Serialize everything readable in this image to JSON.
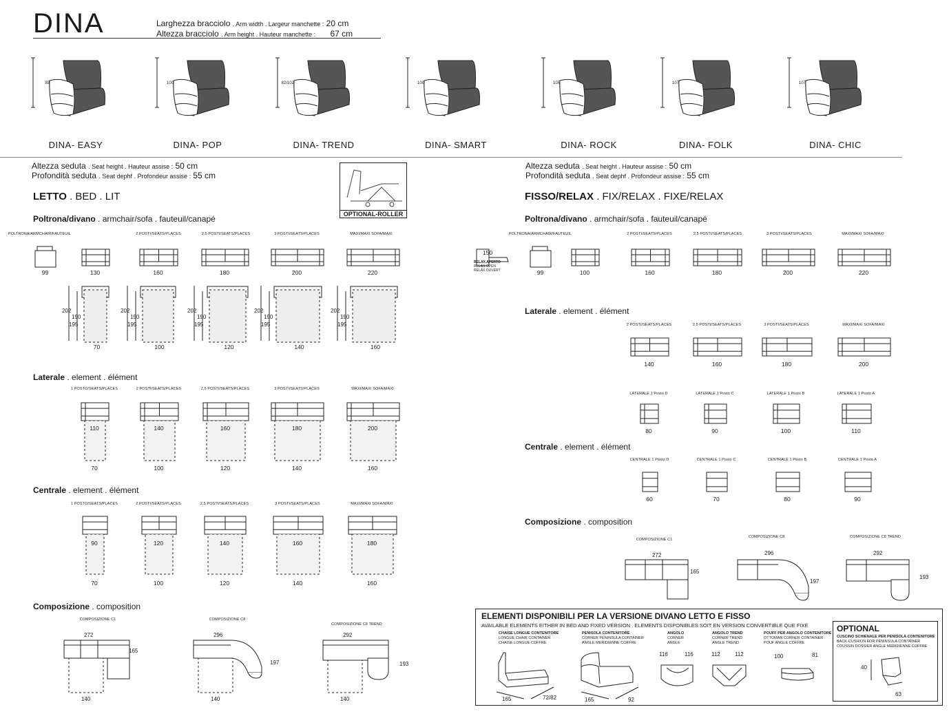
{
  "header": {
    "title": "DINA",
    "arm_width_label": "Larghezza bracciolo",
    "arm_width_sub": ". Arm width . Largeur manchette :",
    "arm_width_value": "20 cm",
    "arm_height_label": "Altezza bracciolo",
    "arm_height_sub": ". Arm height . Hauteur manchette :",
    "arm_height_value": "67 cm"
  },
  "models": [
    {
      "name": "DINA- EASY",
      "height": "89"
    },
    {
      "name": "DINA- POP",
      "height": "100"
    },
    {
      "name": "DINA- TREND",
      "height": "82/102"
    },
    {
      "name": "DINA- SMART",
      "height": "100"
    },
    {
      "name": "DINA- ROCK",
      "height": "105"
    },
    {
      "name": "DINA- FOLK",
      "height": "107"
    },
    {
      "name": "DINA- CHIC",
      "height": "107"
    }
  ],
  "seat": {
    "height_label": "Altezza seduta",
    "height_sub": ". Seat height . Hauteur assise :",
    "height_value": "50 cm",
    "depth_label": "Profondità seduta",
    "depth_sub": ". Seat dephf . Profondeur assise :",
    "depth_value": "55 cm"
  },
  "optional_roller": "OPTIONAL-ROLLER",
  "bed": {
    "heading_bold": "LETTO",
    "heading_rest": ". BED . LIT",
    "armchair_bold": "Poltrona/divano",
    "armchair_rest": ". armchair/sofa . fauteuil/canapé",
    "armchair_labels": [
      "POLTRONA/ARMCHAIR/FAUTEUIL",
      "2 POSTI/SEATS/PLACES",
      "2,5 POSTI/SEATS/PLACES",
      "3 POSTI/SEATS/PLACES",
      "MAXI/MAXI SOFA/MAXI"
    ],
    "armchair_widths": [
      "99",
      "130",
      "160",
      "180",
      "200",
      "220"
    ],
    "bed_heights": [
      "202",
      "190",
      "195"
    ],
    "bed_widths": [
      "70",
      "100",
      "120",
      "140",
      "160"
    ],
    "lateral_bold": "Laterale",
    "lateral_rest": ". element . élément",
    "lateral_labels": [
      "1 POSTO/SEATS/PLACES",
      "2 POSTI/SEATS/PLACES",
      "2,5 POSTI/SEATS/PLACES",
      "3 POSTI/SEATS/PLACES",
      "MAXI/MAXI SOFA/MAXI"
    ],
    "lateral_depths": [
      "110",
      "140",
      "160",
      "180",
      "200"
    ],
    "lateral_widths": [
      "70",
      "100",
      "120",
      "140",
      "160"
    ],
    "central_bold": "Centrale",
    "central_rest": ". element . élément",
    "central_labels": [
      "1 POSTO/SEATS/PLACES",
      "2 POSTI/SEATS/PLACES",
      "2,5 POSTI/SEATS/PLACES",
      "3 POSTI/SEATS/PLACES",
      "MAXI/MAXI SOFA/MAXI"
    ],
    "central_depths": [
      "90",
      "120",
      "140",
      "160",
      "180"
    ],
    "central_widths": [
      "70",
      "100",
      "120",
      "140",
      "160"
    ],
    "comp_bold": "Composizione",
    "comp_rest": ". composition",
    "comps": [
      {
        "label": "COMPOSIZIONE C1",
        "w": "272",
        "d": "165",
        "b": "140"
      },
      {
        "label": "COMPOSIZIONE C8",
        "w": "296",
        "d": "197",
        "b": "140"
      },
      {
        "label": "COMPOSIZIONE C8 TREND",
        "w": "292",
        "d": "193",
        "b": "140"
      }
    ]
  },
  "relax_open": {
    "value": "150",
    "l1": "RELAX APERTO",
    "l2": "RELAX OPEN",
    "l3": "RELAX OUVERT"
  },
  "fix": {
    "heading_bold": "FISSO/RELAX",
    "heading_rest": ". FIX/RELAX . FIXE/RELAX",
    "armchair_bold": "Poltrona/divano",
    "armchair_rest": ". armchair/sofa . fauteuil/canapé",
    "armchair_labels": [
      "POLTRONA/ARMCHAIR/FAUTEUIL",
      "2 POSTI/SEATS/PLACES",
      "2,5 POSTI/SEATS/PLACES",
      "3 POSTI/SEATS/PLACES",
      "MAXI/MAXI SOFA/MAXI"
    ],
    "armchair_widths": [
      "99",
      "100",
      "160",
      "180",
      "200",
      "220"
    ],
    "lateral_bold": "Laterale",
    "lateral_rest": ". element . élément",
    "lateral_labels": [
      "2 POSTI/SEATS/PLACES",
      "2,5 POSTI/SEATS/PLACES",
      "3 POSTI/SEATS/PLACES",
      "MAXI/MAXI SOFA/MAXI"
    ],
    "lateral_widths": [
      "140",
      "160",
      "180",
      "200"
    ],
    "lat1_labels": [
      "LATERALE 1 Posto D",
      "LATERALE 1 Posto C",
      "LATERALE 1 Posto B",
      "LATERALE 1 Posto A"
    ],
    "lat1_widths": [
      "80",
      "90",
      "100",
      "110"
    ],
    "central_bold": "Centrale",
    "central_rest": ". element . élément",
    "central_labels": [
      "CENTRALE 1 Posto D",
      "CENTRALE 1 Posto C",
      "CENTRALE 1 Posto B",
      "CENTRALE 1 Posto A"
    ],
    "central_widths": [
      "60",
      "70",
      "80",
      "90"
    ],
    "comp_bold": "Composizione",
    "comp_rest": ". composition",
    "comps": [
      {
        "label": "COMPOSIZIONE C1",
        "w": "272",
        "d": "165"
      },
      {
        "label": "COMPOSIZIONE C8",
        "w": "296",
        "d": "197"
      },
      {
        "label": "COMPOSIZIONE C8 TREND",
        "w": "292",
        "d": "193"
      }
    ]
  },
  "elements_panel": {
    "title": "ELEMENTI DISPONIBILI PER LA VERSIONE DIVANO LETTO E FISSO",
    "subtitle": "AVAILABLE ELEMENTS EITHER IN BED AND FIXED VERSION . ELEMENTS DISPONIBLES SOIT EN VERSION CONVERTIBLE QUE FIXE",
    "items": [
      {
        "t": "CHAISE LONGUE CONTENITORE",
        "s1": "LONGUE CHAIR CONTAINER",
        "s2": "CHAISE LONGUE COFFRE",
        "d1": "165",
        "d2": "72/82"
      },
      {
        "t": "PENISOLA CONTENITORE",
        "s1": "CORNER PENINSULA CONTAINER",
        "s2": "ANGLE MERIDIENNE COFFRE",
        "d1": "165",
        "d2": "92"
      },
      {
        "t": "ANGOLO",
        "s1": "CORNER",
        "s2": "ANGLE",
        "d1": "116",
        "d2": "116"
      },
      {
        "t": "ANGOLO TREND",
        "s1": "CORNER TREND",
        "s2": "ANGLE TREND",
        "d1": "112",
        "d2": "112"
      },
      {
        "t": "POUFF PER ANGOLO CONTENITORE",
        "s1": "OTTOMAN CORNER CONTAINER",
        "s2": "POUF ANGLE COFFRE",
        "d1": "100",
        "d2": "81"
      }
    ],
    "optional_title": "OPTIONAL",
    "optional_t": "CUSCINO SCHIENALE PER PENISOLA CONTENITORE",
    "optional_s1": "BACK-CUSHION FOR PENINSULA CONTAINER",
    "optional_s2": "COUSSIN DOSSIER ANGLE MERIDIENNE COFFRE",
    "optional_d1": "40",
    "optional_d2": "63"
  }
}
